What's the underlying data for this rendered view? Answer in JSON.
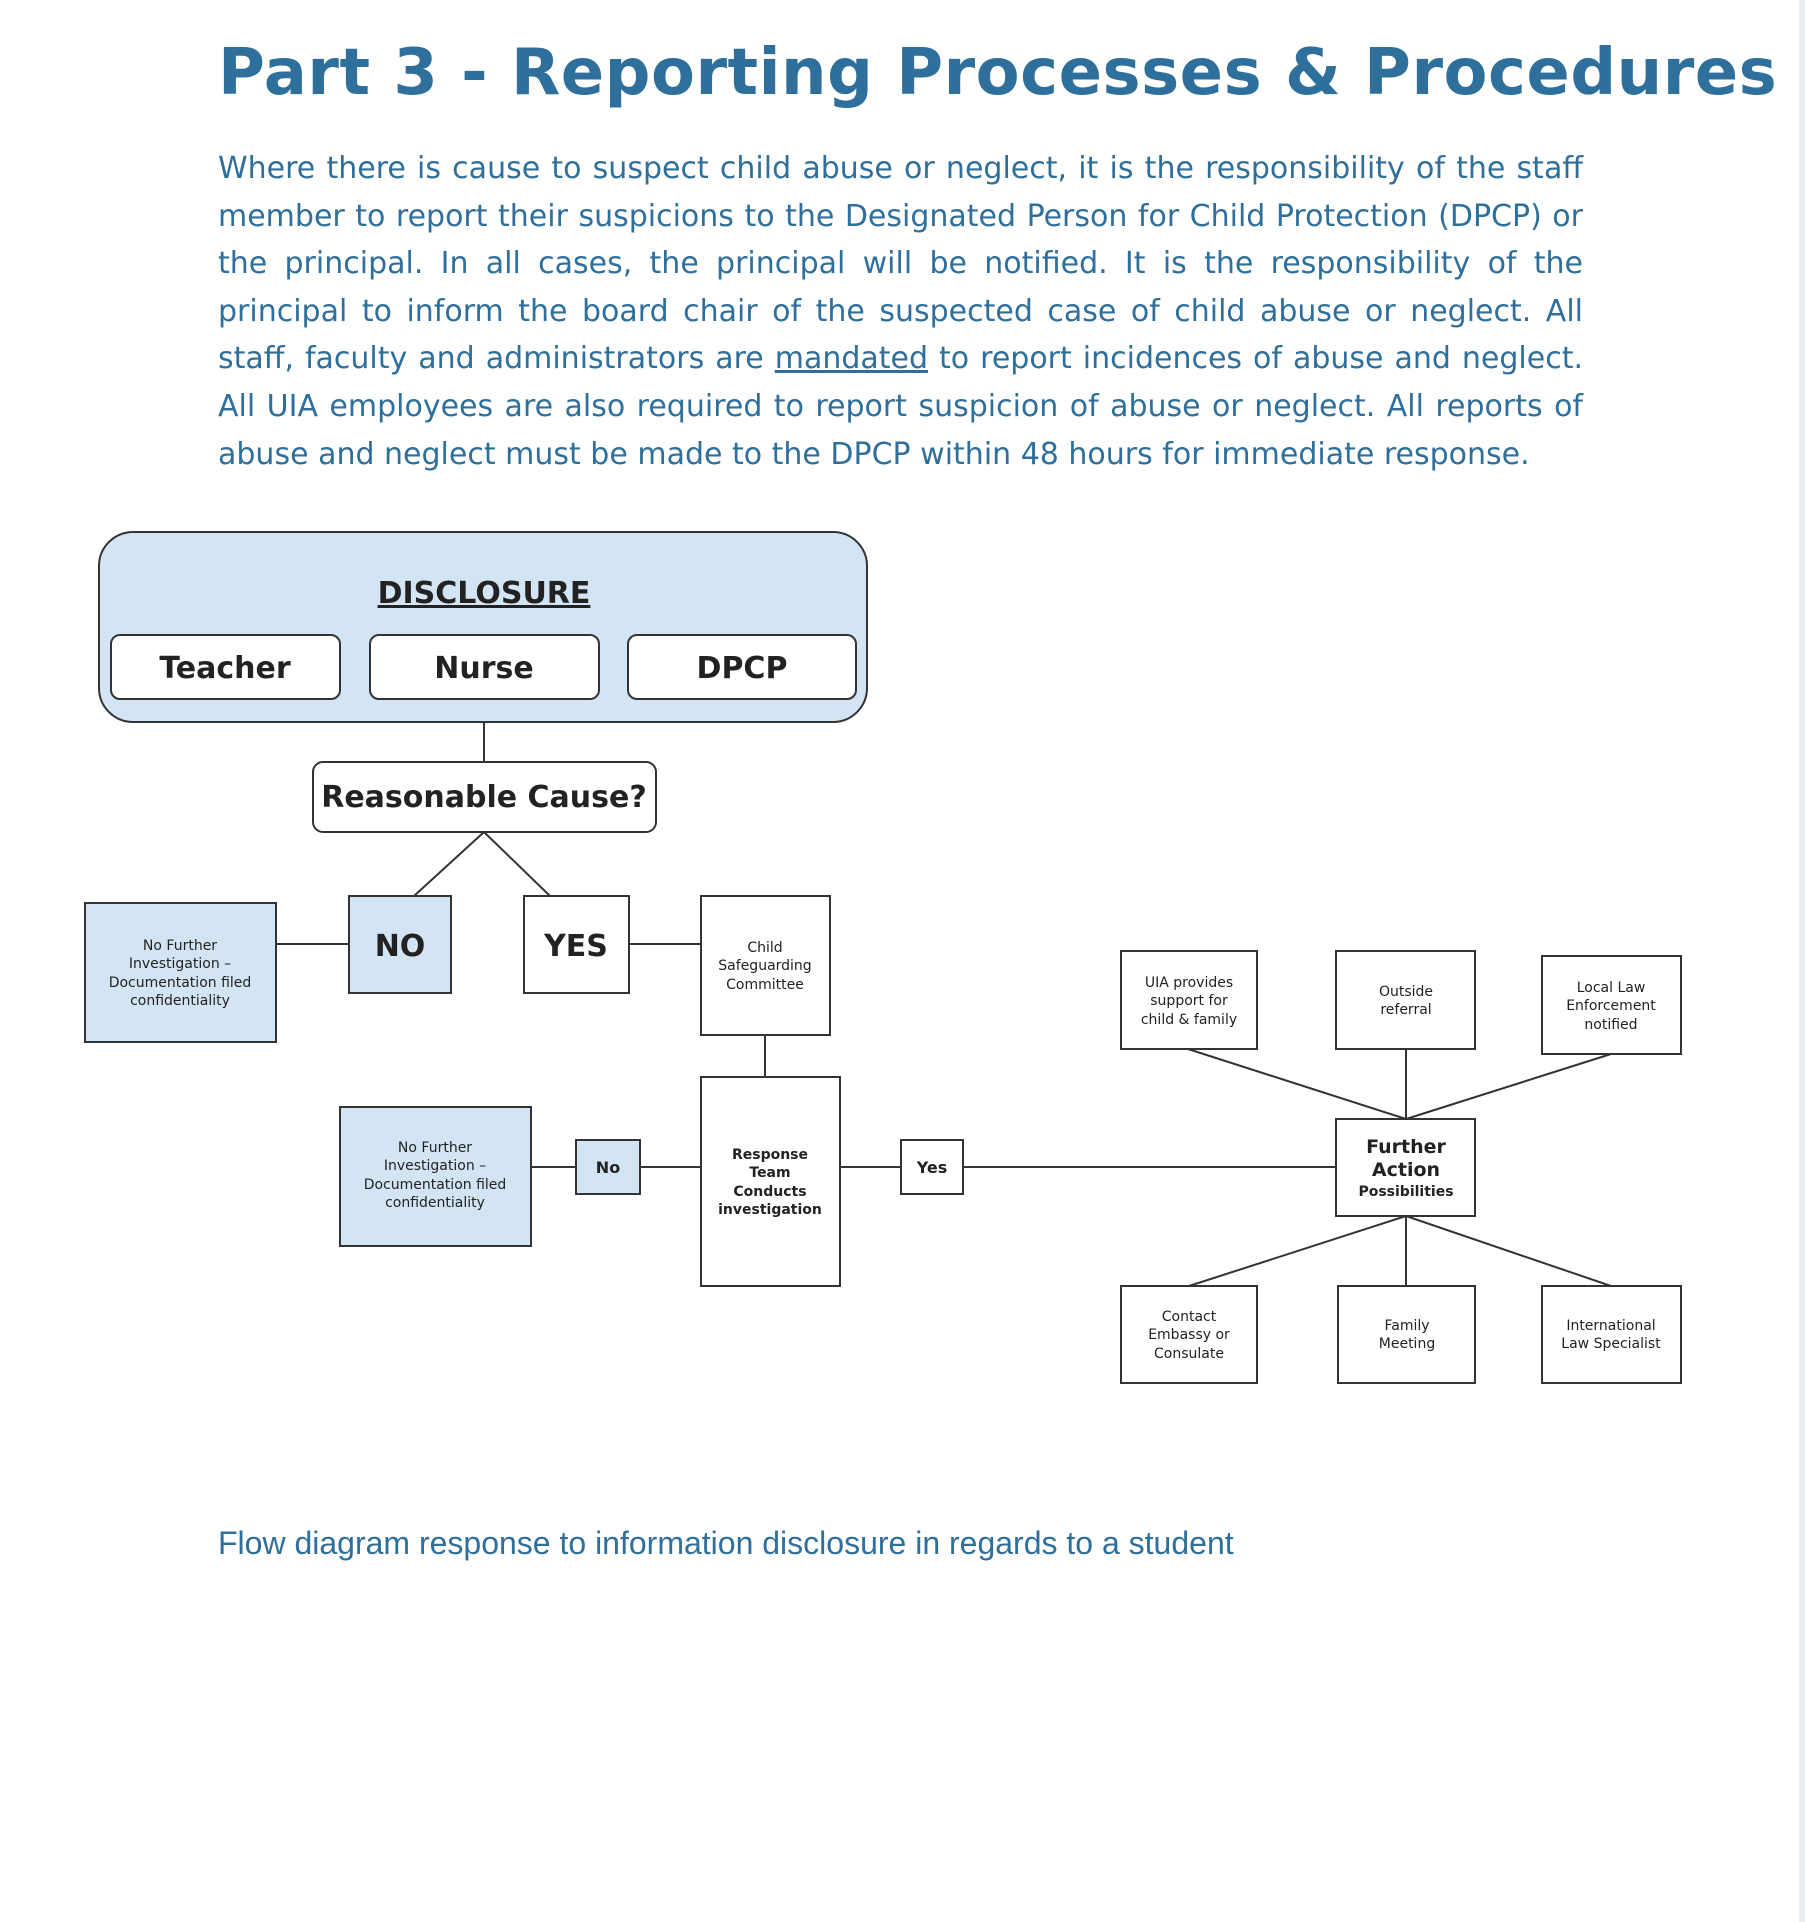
{
  "document": {
    "title": "Part 3 - Reporting Processes & Procedures",
    "intro_before": "Where there is cause to suspect child abuse or neglect, it is the responsibility of the staff member to report their suspicions to the Designated Person for Child Protection (DPCP) or the principal. In all cases, the principal will be notified. It is the responsibility of the principal to inform the board chair of the suspected case of child abuse or neglect. All staff, faculty and administrators are ",
    "intro_underlined": "mandated",
    "intro_after": " to report incidences of abuse and neglect. All UIA employees are also required to report suspicion of abuse or neglect. All reports of abuse and neglect must be made to the DPCP within 48 hours for immediate response.",
    "caption": "Flow diagram response to information disclosure in regards to a student"
  },
  "colors": {
    "heading": "#2f6f9b",
    "box_fill_blue": "#d3e4f4",
    "stroke": "#333333"
  },
  "flowchart": {
    "disclosure": {
      "heading": "DISCLOSURE",
      "sources": [
        "Teacher",
        "Nurse",
        "DPCP"
      ]
    },
    "question": "Reasonable Cause?",
    "no_label": "NO",
    "yes_label": "YES",
    "no_outcome_lines": [
      "No Further",
      "Investigation –",
      "Documentation filed",
      "confidentiality"
    ],
    "committee_lines": [
      "Child",
      "Safeguarding",
      "Committee"
    ],
    "investigation_lines": [
      "Response",
      "Team",
      "Conducts",
      "investigation"
    ],
    "investigation_no": "No",
    "investigation_yes": "Yes",
    "second_no_outcome_lines": [
      "No Further",
      "Investigation –",
      "Documentation filed",
      "confidentiality"
    ],
    "further_action_lines": [
      "Further",
      "Action",
      "Possibilities"
    ],
    "actions_top": [
      {
        "lines": [
          "UIA provides",
          "support for",
          "child & family"
        ]
      },
      {
        "lines": [
          "Outside",
          "referral"
        ]
      },
      {
        "lines": [
          "Local Law",
          "Enforcement",
          "notified"
        ]
      }
    ],
    "actions_bottom": [
      {
        "lines": [
          "Contact",
          "Embassy or",
          "Consulate"
        ]
      },
      {
        "lines": [
          "Family",
          "Meeting"
        ]
      },
      {
        "lines": [
          "International",
          "Law Specialist"
        ]
      }
    ]
  }
}
